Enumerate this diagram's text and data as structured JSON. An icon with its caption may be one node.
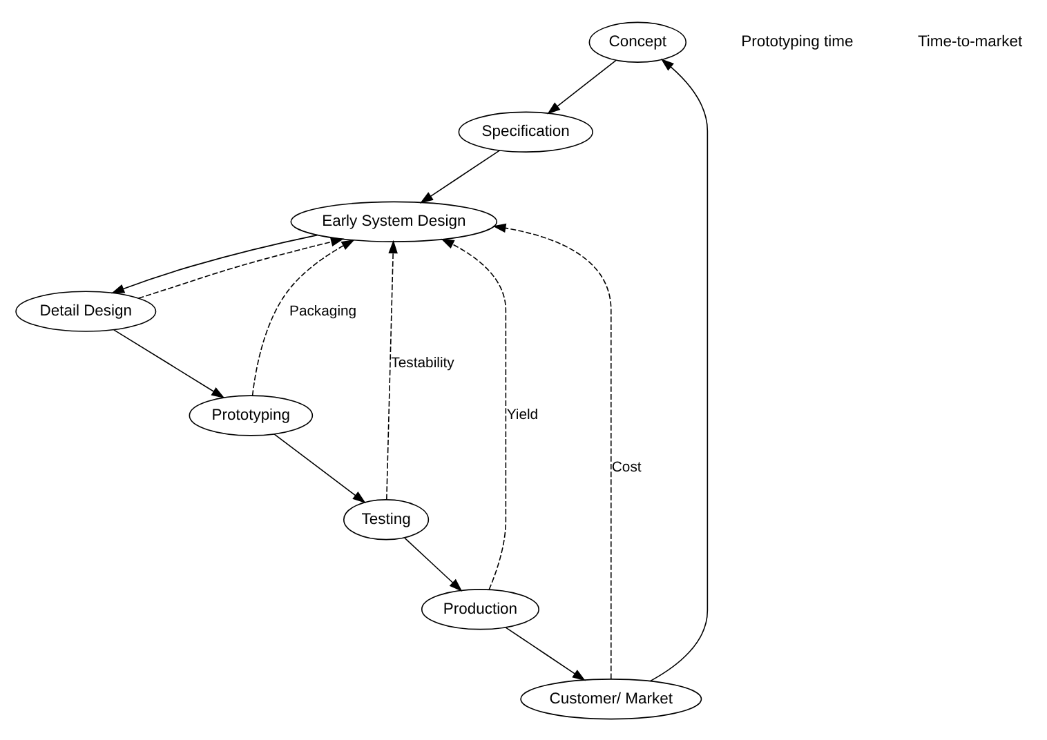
{
  "diagram": {
    "nodes": [
      {
        "text": [
          "Concept"
        ]
      },
      {
        "text": [
          "Specification"
        ]
      },
      {
        "text": [
          "Early System Design"
        ]
      },
      {
        "text": [
          "Detail Design"
        ]
      },
      {
        "text": [
          "Prototyping"
        ]
      },
      {
        "text": [
          "Testing"
        ]
      },
      {
        "text": [
          "Production"
        ]
      },
      {
        "text": [
          "Customer/ Market"
        ]
      }
    ],
    "edges": [
      {
        "from": 0,
        "to": 1,
        "arrow": "to"
      },
      {
        "from": 1,
        "to": 2,
        "arrow": "to"
      },
      {
        "from": 2,
        "to": 3,
        "arrow": "to"
      },
      {
        "from": 3,
        "to": 4,
        "arrow": "to"
      },
      {
        "from": 4,
        "to": 5,
        "arrow": "to"
      },
      {
        "from": 5,
        "to": 6,
        "arrow": "to"
      },
      {
        "from": 6,
        "to": 7,
        "arrow": "to"
      },
      {
        "from": 7,
        "to": 0,
        "arrow": "to"
      },
      {
        "from": 7,
        "to": 2,
        "arrow": "to",
        "style": "dashed",
        "label": "Cost"
      },
      {
        "from": 6,
        "to": 2,
        "arrow": "to",
        "style": "dashed",
        "label": "Yield"
      },
      {
        "from": 5,
        "to": 2,
        "arrow": "to",
        "style": "dashed",
        "label": "Testability"
      },
      {
        "from": 4,
        "to": 2,
        "arrow": "to",
        "style": "dashed",
        "label": "Packaging"
      },
      {
        "from": 3,
        "to": 2,
        "arrow": "to",
        "style": "dashed"
      }
    ],
    "labels": [
      "Prototyping time",
      "Time-to-market"
    ]
  }
}
